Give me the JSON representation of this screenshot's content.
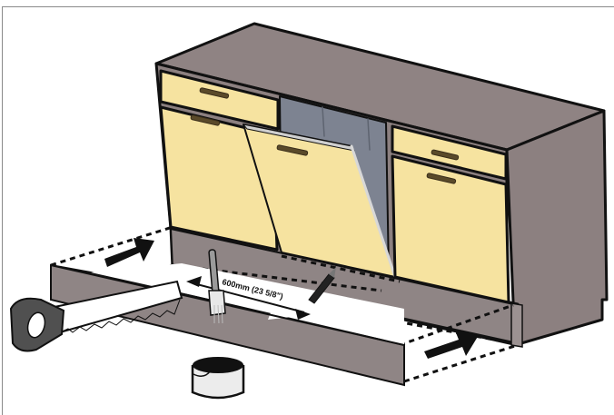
{
  "figure": {
    "type": "installation-diagram",
    "subject": "Built-in dishwasher kickboard (plinth) cutting",
    "dimension_label": "600mm (23 5/8\")",
    "colors": {
      "cabinet_body": "#8c8080",
      "cabinet_top": "#8f8383",
      "door_front": "#f6e3a0",
      "recess": "#7d8391",
      "outline": "#111111",
      "plinth": "#8f8585",
      "frame_border": "#8a8a8a"
    },
    "elements": [
      {
        "name": "kitchen-cabinet-unit"
      },
      {
        "name": "dishwasher-door-panel"
      },
      {
        "name": "kickboard-plinth"
      },
      {
        "name": "hand-saw"
      },
      {
        "name": "paint-brush"
      },
      {
        "name": "pencil"
      },
      {
        "name": "paint-pot"
      },
      {
        "name": "direction-arrow-left"
      },
      {
        "name": "direction-arrow-right"
      },
      {
        "name": "dimension-arrow"
      }
    ]
  }
}
